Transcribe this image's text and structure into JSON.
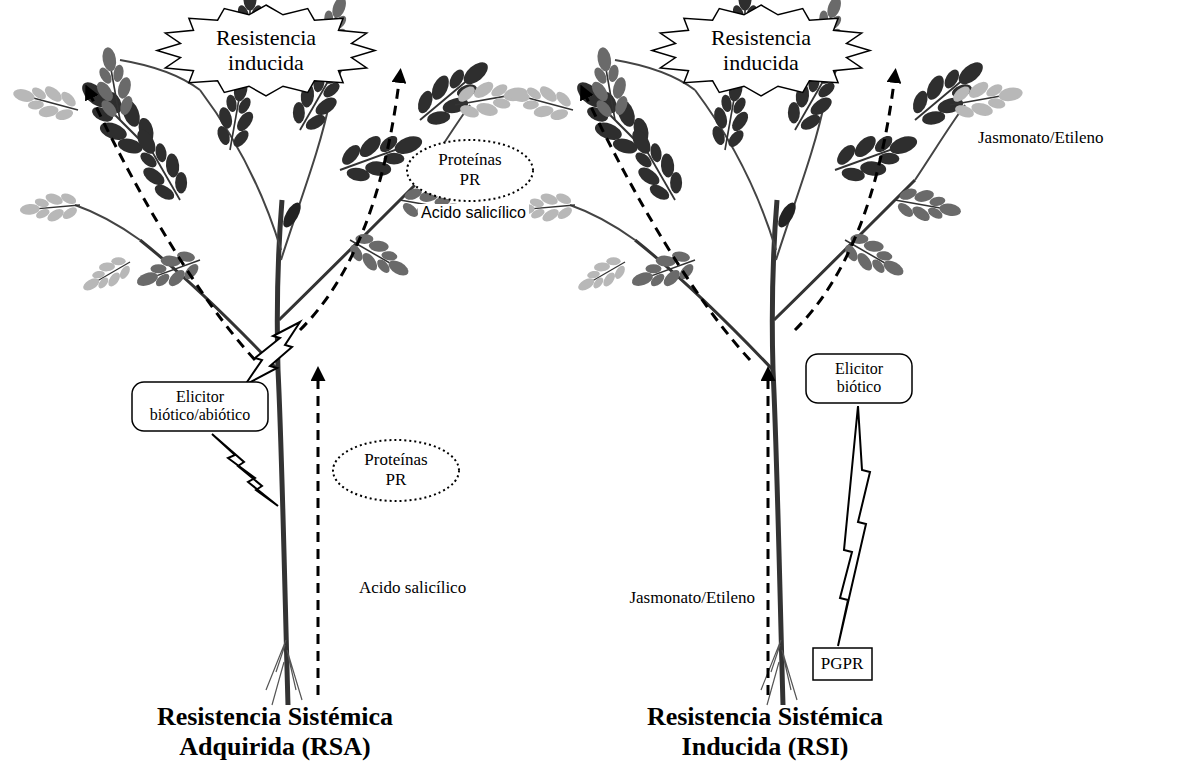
{
  "diagram": {
    "nodes": [
      {
        "text": [
          "Resistencia inducida"
        ]
      },
      {
        "text": [
          "Proteínas PR"
        ]
      },
      {
        "text": [
          "Elicitor biótico/abiótico"
        ]
      },
      {
        "text": [
          "Proteínas PR"
        ]
      },
      {
        "text": [
          "Resistencia inducida"
        ]
      },
      {
        "text": [
          "Elicitor biótico"
        ]
      },
      {
        "text": [
          "PGPR"
        ]
      }
    ],
    "labels": [
      "Acido salicílico",
      "Acido salicílico",
      "Jasmonato/Etileno",
      "Jasmonato/Etileno",
      "Resistencia Sistémica Adquirida (RSA)",
      "Resistencia Sistémica Inducida (RSI)"
    ]
  }
}
